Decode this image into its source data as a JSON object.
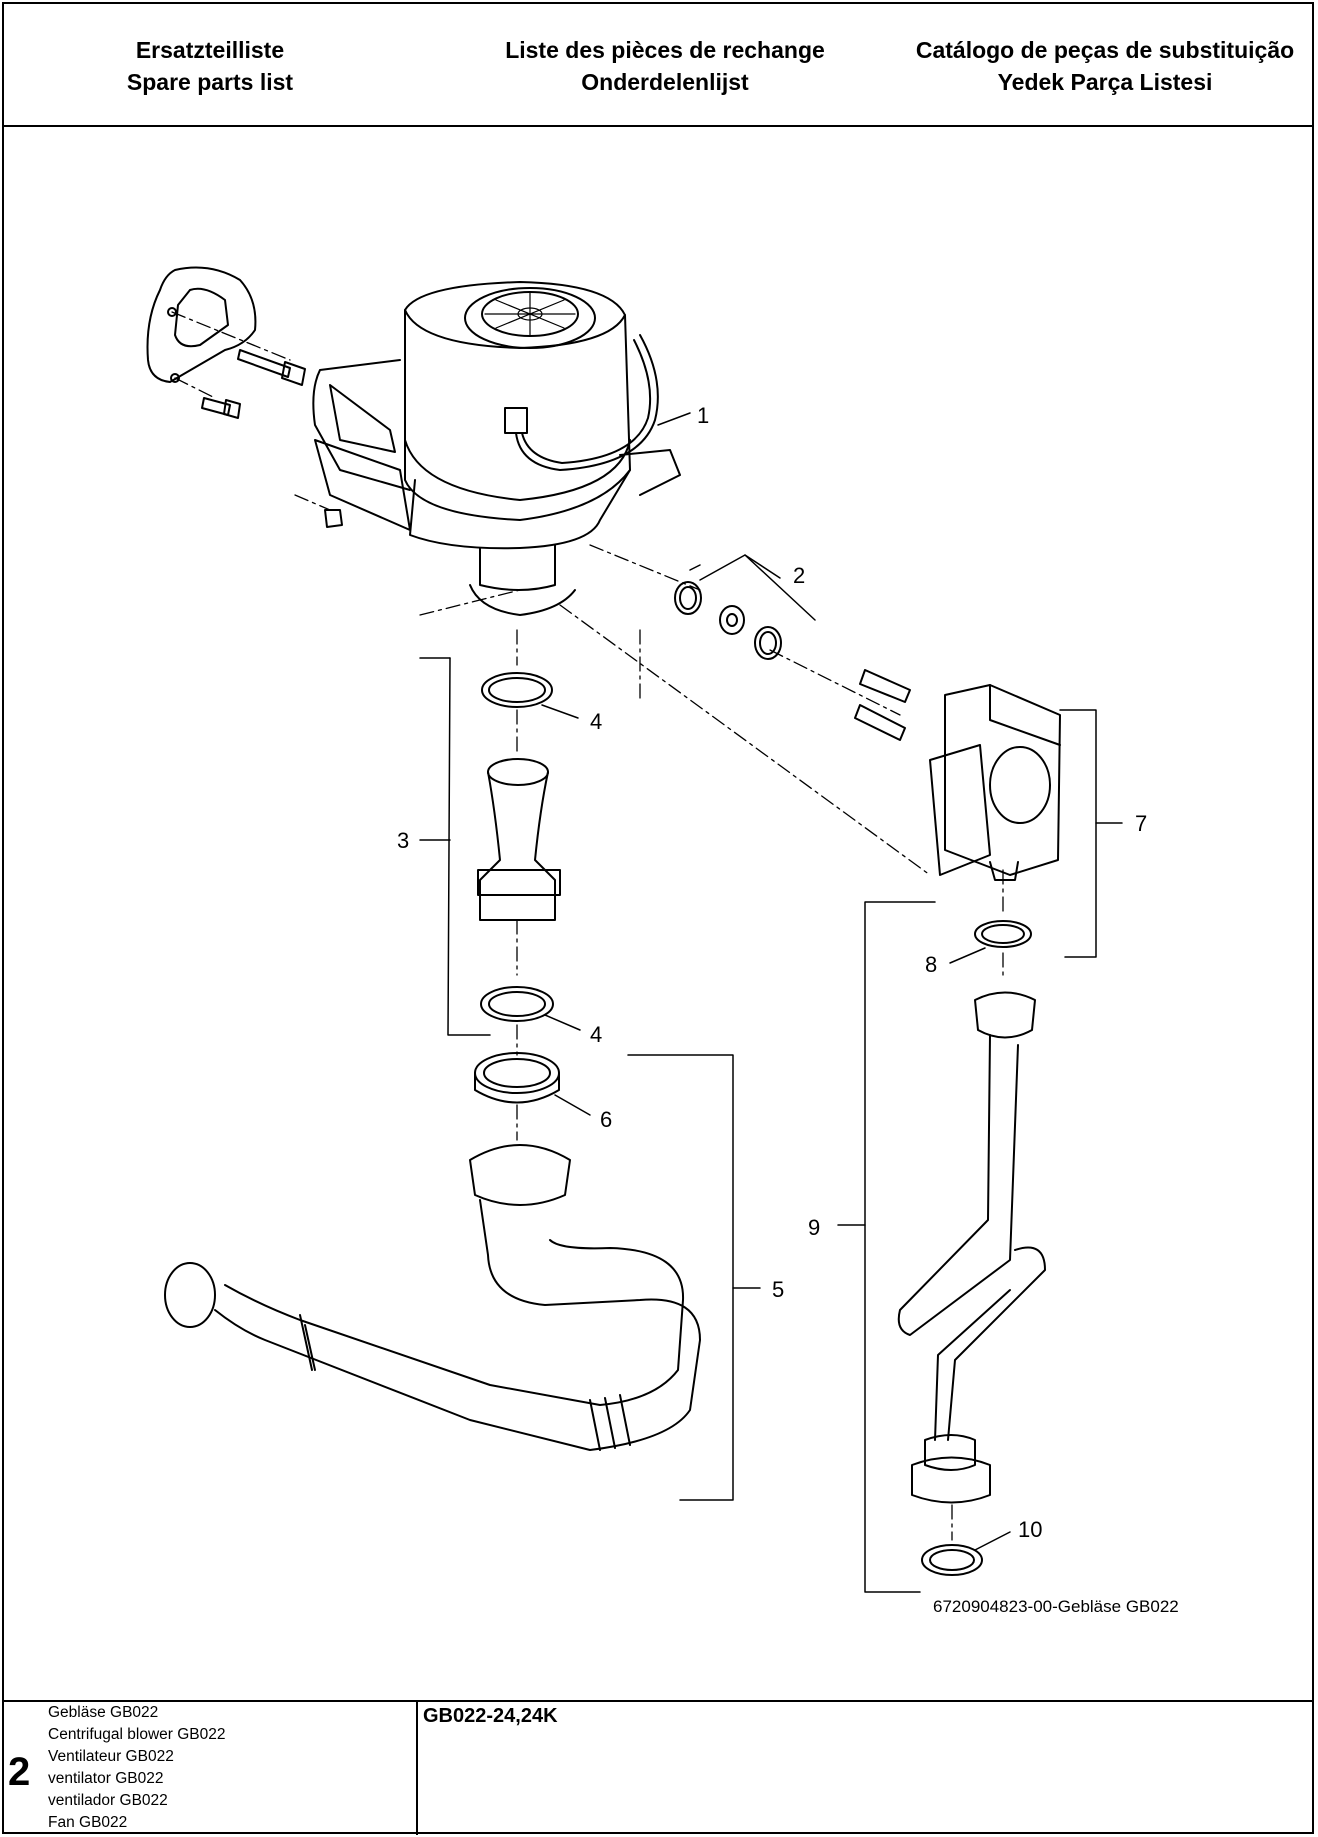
{
  "header": {
    "left": [
      "Ersatzteilliste",
      "Spare parts list"
    ],
    "center": [
      "Liste des pièces de rechange",
      "Onderdelenlijst"
    ],
    "right": [
      "Catálogo de peças de substituição",
      "Yedek Parça Listesi"
    ]
  },
  "callouts": {
    "c1": "1",
    "c2": "2",
    "c3": "3",
    "c4a": "4",
    "c4b": "4",
    "c5": "5",
    "c6": "6",
    "c7": "7",
    "c8": "8",
    "c9": "9",
    "c10": "10"
  },
  "caption": "6720904823-00-Gebläse GB022",
  "footer": {
    "page_number": "2",
    "descriptions": [
      "Gebläse GB022",
      "Centrifugal blower GB022",
      "Ventilateur GB022",
      "ventilator GB022",
      "ventilador GB022",
      "Fan GB022"
    ],
    "model": "GB022-24,24K"
  }
}
